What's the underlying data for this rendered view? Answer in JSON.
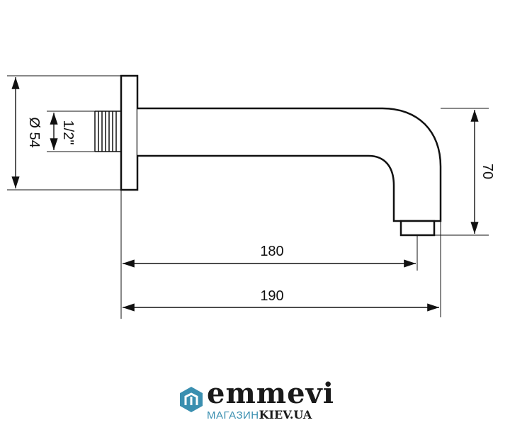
{
  "drawing": {
    "dim_diameter": "Ø 54",
    "dim_thread": "1/2\"",
    "dim_height": "70",
    "dim_length_inner": "180",
    "dim_length_outer": "190"
  },
  "logo": {
    "wordmark": "emmevi",
    "store_label": "МАГАЗИН",
    "domain": "KIEV.UA",
    "brand_color": "#3a8fb0",
    "text_color": "#1a1a1a"
  }
}
